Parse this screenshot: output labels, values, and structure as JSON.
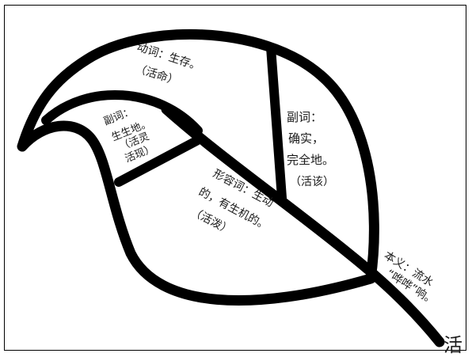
{
  "diagram": {
    "root_char": "活",
    "sections": {
      "verb": {
        "title": "动词：生存。",
        "example": "（活命）"
      },
      "adverb_left": {
        "title": "副词：",
        "line2": "生生地。",
        "line3": "（活灵",
        "line4": "活现）"
      },
      "adverb_right": {
        "title": "副词：",
        "line2": "确实，",
        "line3": "完全地。",
        "example": "（活该）"
      },
      "adjective": {
        "title": "形容词：生动",
        "line2": "的，有生机的。",
        "example": "（活泼）"
      },
      "original": {
        "title": "本义：流水",
        "line2": "“哗哗”响。"
      }
    }
  }
}
